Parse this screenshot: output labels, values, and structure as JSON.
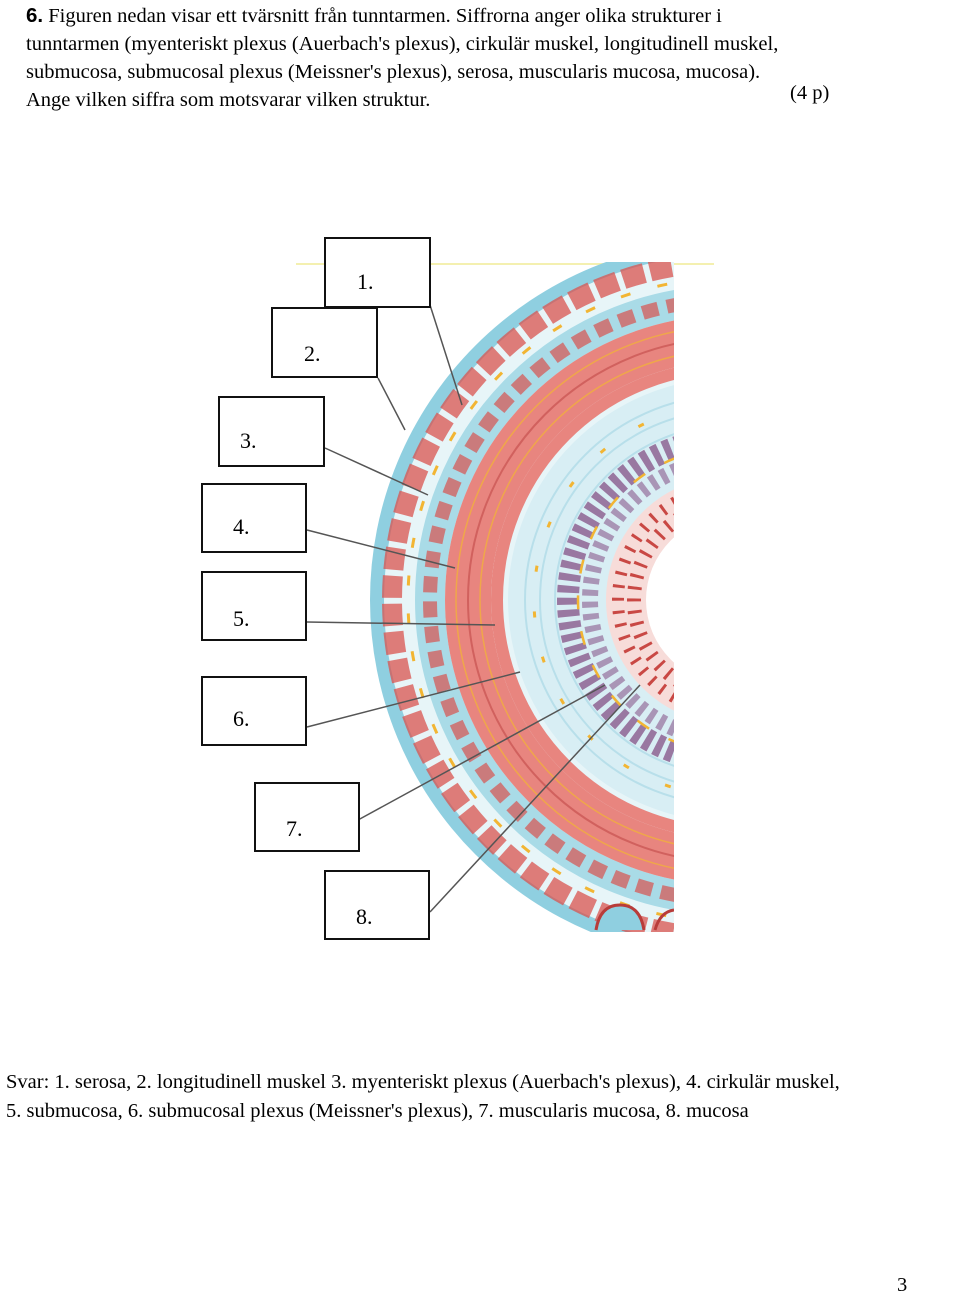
{
  "question": {
    "number": "6.",
    "lines": [
      " Figuren nedan visar ett tvärsnitt från tunntarmen. Siffrorna anger olika strukturer i",
      "tunntarmen (myenteriskt plexus (Auerbach's plexus), cirkulär muskel, longitudinell muskel,",
      "submucosa, submucosal plexus (Meissner's plexus), serosa, muscularis mucosa, mucosa).",
      "Ange vilken siffra som motsvarar vilken struktur."
    ],
    "points": "(4 p)"
  },
  "figure": {
    "labels": [
      "1.",
      "2.",
      "3.",
      "4.",
      "5.",
      "6.",
      "7.",
      "8."
    ],
    "colors": {
      "serosa": "#9ed6e4",
      "muscle": "#e8857f",
      "muscle_dark": "#b83c3a",
      "submucosa": "#cbe9f0",
      "plexus": "#f2b533",
      "glands": "#8a5a8c",
      "mucosa_pink": "#f3c6c3"
    }
  },
  "answer": {
    "lines": [
      "Svar: 1. serosa, 2. longitudinell muskel 3. myenteriskt plexus (Auerbach's plexus), 4. cirkulär muskel,",
      "5. submucosa, 6. submucosal plexus (Meissner's plexus), 7. muscularis mucosa, 8. mucosa"
    ]
  },
  "page_number": "3"
}
